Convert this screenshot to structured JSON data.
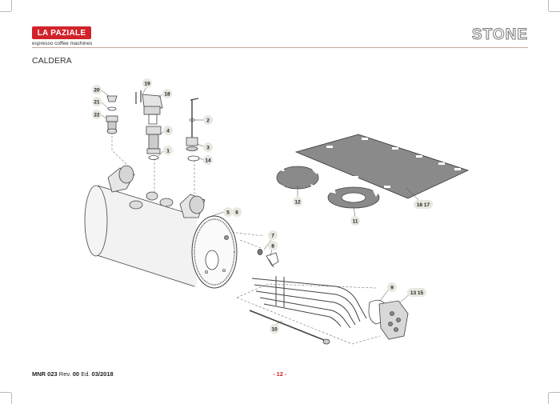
{
  "header": {
    "logo_text": "LA PAZIALE",
    "tagline": "espresso coffee machines",
    "brand": "STONE"
  },
  "section_title": "CALDERA",
  "footer": {
    "manual_code": "MNR 023",
    "rev_label": "Rev.",
    "rev_value": "00",
    "ed_label": "Ed.",
    "ed_value": "03/2018",
    "page": "- 12 -"
  },
  "callouts": [
    "20",
    "21",
    "22",
    "19",
    "18",
    "4",
    "1",
    "2",
    "3",
    "14",
    "12",
    "11",
    "16 17",
    "5",
    "6",
    "7",
    "8",
    "9",
    "13 15",
    "10"
  ]
}
